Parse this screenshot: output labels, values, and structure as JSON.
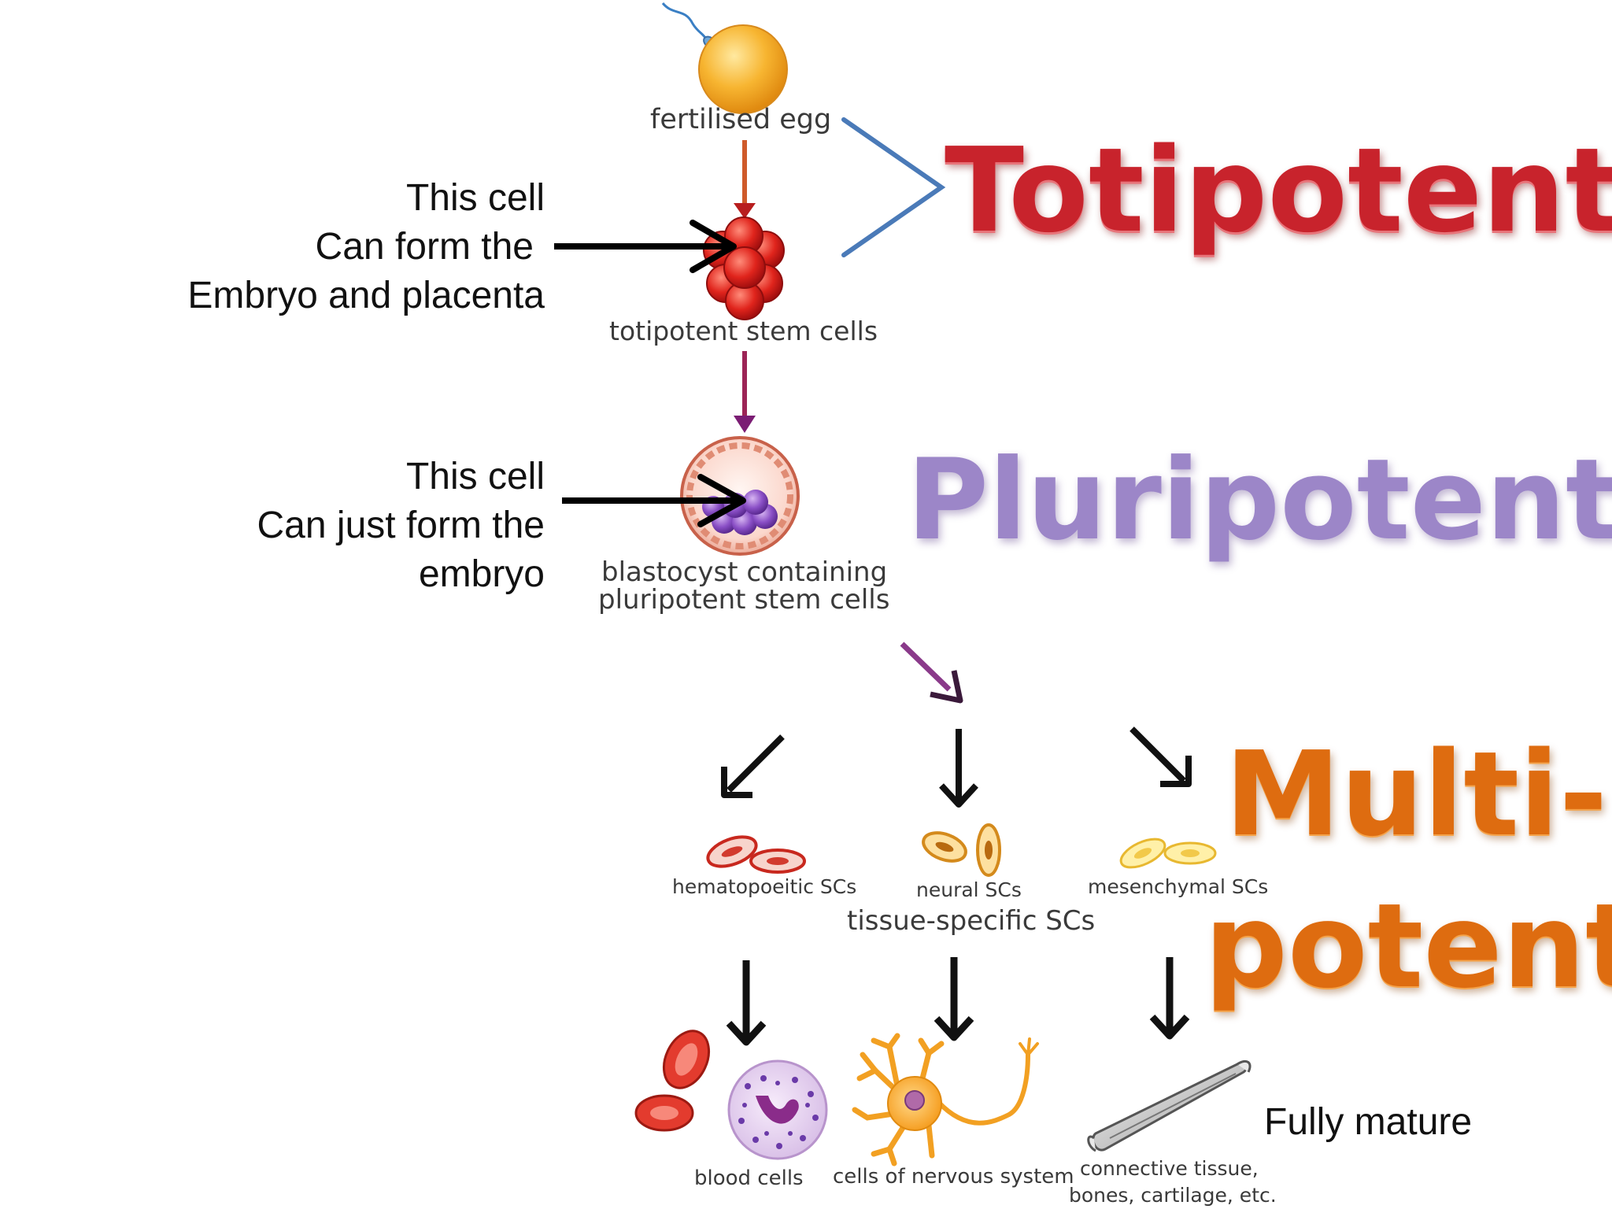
{
  "stages": {
    "fertilised_egg": "fertilised egg",
    "totipotent_cells": "totipotent stem cells",
    "blastocyst_line1": "blastocyst containing",
    "blastocyst_line2": "pluripotent stem cells",
    "hematopoeitic": "hematopoeitic SCs",
    "neural": "neural SCs",
    "mesenchymal": "mesenchymal SCs",
    "tissue_specific": "tissue-specific SCs",
    "blood_cells": "blood cells",
    "nervous_cells": "cells of nervous system",
    "connective_line1": "connective tissue,",
    "connective_line2": "bones, cartilage, etc."
  },
  "annotations": {
    "totipotent_note": [
      "This cell",
      "Can form the",
      "Embryo and placenta"
    ],
    "pluripotent_note": [
      "This cell",
      "Can just form the",
      "embryo"
    ],
    "fully_mature": "Fully mature"
  },
  "categories": {
    "totipotent": "Totipotent",
    "pluripotent": "Pluripotent",
    "multipotent_line1": "Multi-",
    "multipotent_line2": "potent"
  },
  "colors": {
    "totipotent": "#c8232c",
    "pluripotent": "#9c86c8",
    "multipotent": "#de6c10",
    "bracket": "#4a7ab8"
  }
}
